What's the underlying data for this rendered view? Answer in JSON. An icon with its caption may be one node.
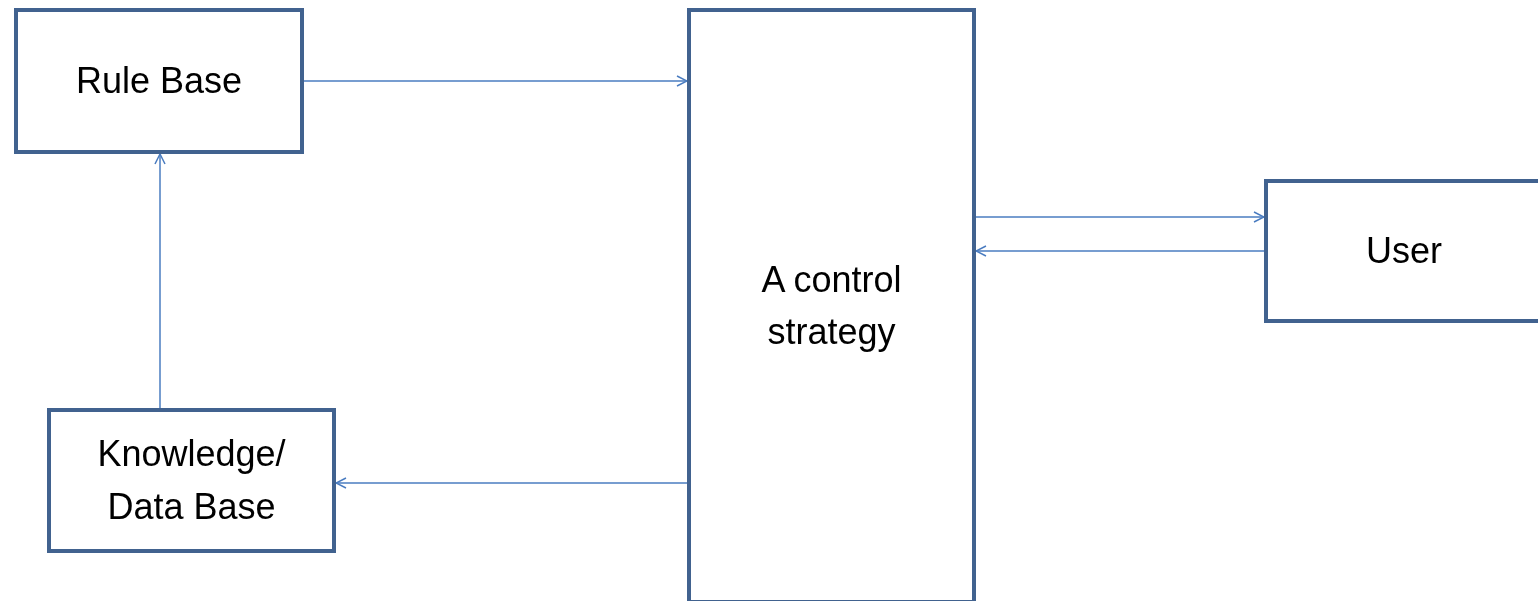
{
  "diagram": {
    "nodes": [
      {
        "text": [
          "Rule Base"
        ]
      },
      {
        "text": [
          "A control strategy"
        ]
      },
      {
        "text": [
          "User"
        ]
      },
      {
        "text": [
          "Knowledge/ Data Base"
        ]
      }
    ],
    "edges": [
      {
        "from": 0,
        "to": 1,
        "arrow": "to"
      },
      {
        "from": 1,
        "to": 2,
        "arrow": "to"
      },
      {
        "from": 2,
        "to": 1,
        "arrow": "to"
      },
      {
        "from": 1,
        "to": 3,
        "arrow": "to"
      },
      {
        "from": 3,
        "to": 0,
        "arrow": "to"
      }
    ]
  }
}
